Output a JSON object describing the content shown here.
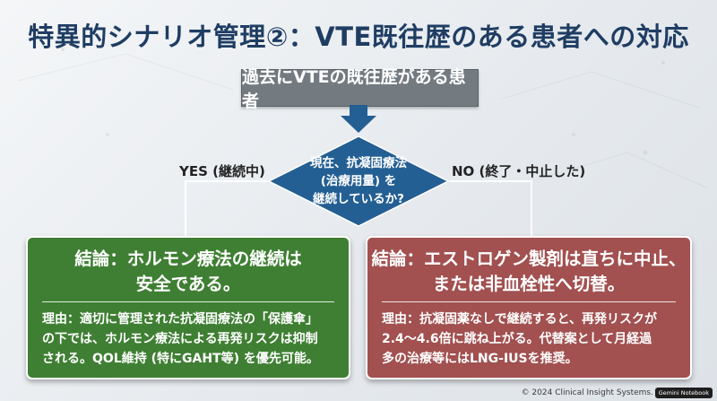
{
  "title": "特異的シナリオ管理②：VTE既往歴のある患者への対応",
  "start_box": "過去にVTEの既往歴がある患者",
  "decision": {
    "lines": [
      "現在、抗凝固療法",
      "(治療用量) を",
      "継続しているか?"
    ]
  },
  "yes_label": "YES (継続中)",
  "no_label": "NO (終了・中止した)",
  "left_card": {
    "title_lines": [
      "結論：ホルモン療法の継続は",
      "安全である。"
    ],
    "body_lines": [
      "理由：適切に管理された抗凝固療法の「保護傘」",
      "の下では、ホルモン療法による再発リスクは抑制",
      "される。QOL維持 (特にGAHT等) を優先可能。"
    ]
  },
  "right_card": {
    "title_lines": [
      "結論：エストロゲン製剤は直ちに中止、",
      "または非血栓性へ切替。"
    ],
    "body_lines": [
      "理由：抗凝固薬なしで継続すると、再発リスクが",
      "2.4～4.6倍に跳ね上がる。代替案として月経過",
      "多の治療等にはLNG-IUSを推奨。"
    ]
  },
  "footer": "© 2024 Clinical Insight Systems. A",
  "badge": "Gemini Notebook",
  "colors": {
    "title": "#1f3d63",
    "start_box": "#737a80",
    "arrow": "#245f93",
    "diamond": "#245f93",
    "green_card": "#3f7f33",
    "red_card": "#a25050"
  }
}
